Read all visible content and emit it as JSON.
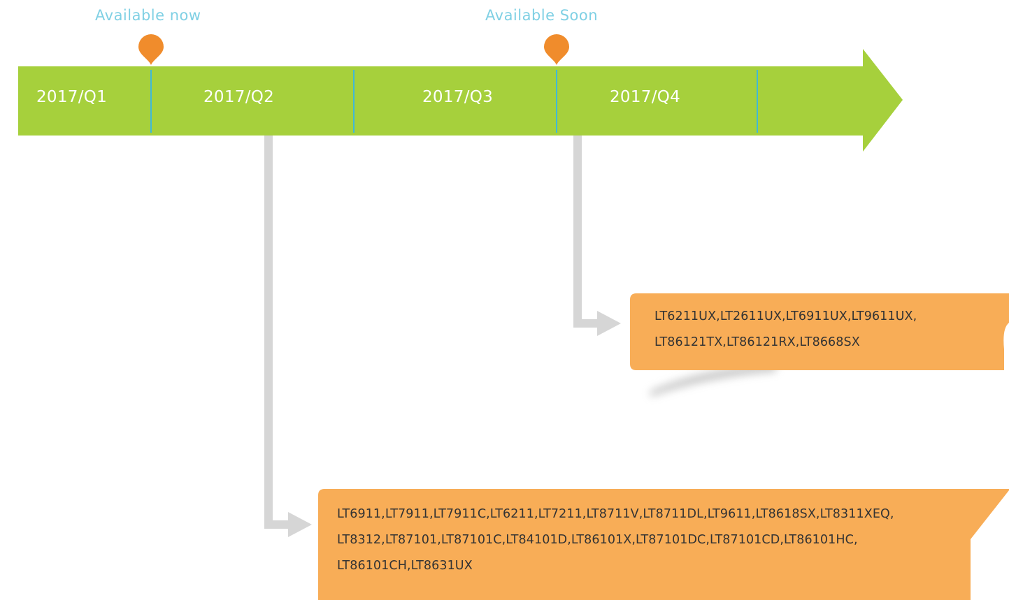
{
  "markers": {
    "now_label": "Available now",
    "soon_label": "Available Soon"
  },
  "quarters": [
    "2017/Q1",
    "2017/Q2",
    "2017/Q3",
    "2017/Q4"
  ],
  "products_soon": {
    "lines": [
      "LT6211UX,LT2611UX,LT6911UX,LT9611UX,",
      "LT86121TX,LT86121RX,LT8668SX"
    ]
  },
  "products_now": {
    "lines": [
      "LT6911,LT7911,LT7911C,LT6211,LT7211,LT8711V,LT8711DL,LT9611,LT8618SX,LT8311XEQ,",
      "LT8312,LT87101,LT87101C,LT84101D,LT86101X,LT87101DC,LT87101CD,LT86101HC,",
      "LT86101CH,LT8631UX"
    ]
  },
  "colors": {
    "arrow": "#a6d03c",
    "divider": "#41b9d6",
    "pin": "#f08c2c",
    "note": "#f8ad57",
    "connector": "#d6d6d6",
    "marker_text": "#7fd0e4"
  }
}
